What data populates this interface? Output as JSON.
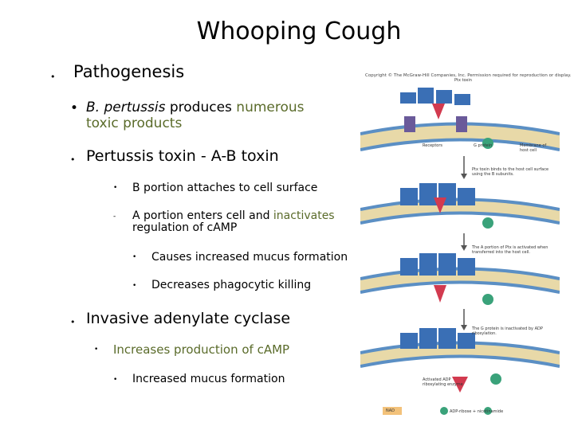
{
  "slide": {
    "title": "Whooping Cough",
    "bullets": {
      "pathogenesis": "Pathogenesis",
      "b_pertussis_italic": "B. pertussis",
      "produces": " produces ",
      "numerous": "numerous",
      "toxic_products": "toxic products",
      "pertussis_toxin": "Pertussis toxin - A-B toxin",
      "b_portion": "B portion attaches to cell surface",
      "a_portion_1": "A portion enters cell and ",
      "inactivates": "inactivates",
      "a_portion_2": "regulation of cAMP",
      "mucus": "Causes increased mucus formation",
      "phagocytic": "Decreases phagocytic killing",
      "adenylate": "Invasive adenylate cyclase",
      "increases": "Increases production of cAMP",
      "increased_mucus": "Increased mucus formation"
    }
  },
  "figure": {
    "copyright": "Copyright © The McGraw-Hill Companies, Inc. Permission required for reproduction or display.",
    "ptx_toxin": "Ptx toxin",
    "receptors": "Receptors",
    "g_protein": "G protein",
    "membrane": "Membrane of host cell",
    "step2": "Ptx toxin binds to the host cell surface using the B subunits.",
    "step3": "The A portion of Ptx is activated when transferred into the host cell.",
    "step4": "The G protein is inactivated by ADP ribosylation.",
    "activated": "Activated ADP ribosylating enzyme",
    "nad": "NAD",
    "eq": "ADP-ribose + nicotinamide",
    "colors": {
      "b_subunit": "#3a6fb5",
      "a_subunit": "#d23a4f",
      "g_protein": "#3aa27a",
      "membrane": "#e8d9a8",
      "receptor": "#6a5a9a"
    }
  }
}
